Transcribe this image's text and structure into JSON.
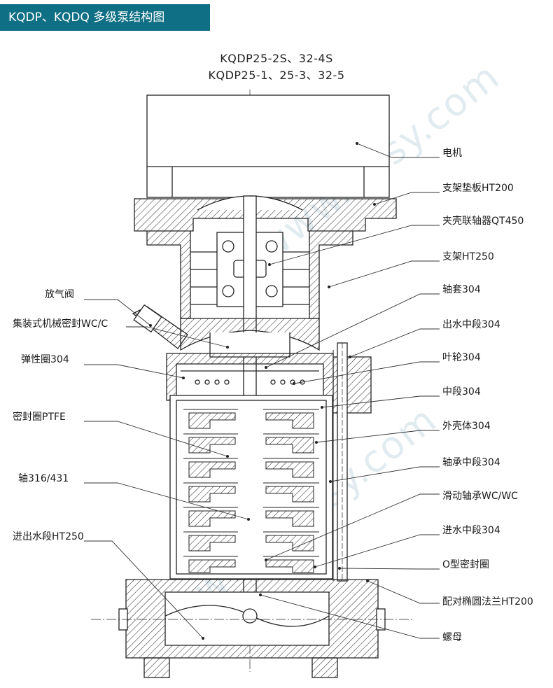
{
  "header": {
    "title": "KQDP、KQDQ 多级泵结构图",
    "color": "#0f6f84"
  },
  "diagram": {
    "model_line1": "KQDP25-2S、32-4S",
    "model_line2": "KQDP25-1、25-3、32-5",
    "watermark": "www.ehsy.com",
    "right_labels": [
      "电机",
      "支架垫板HT200",
      "夹壳联轴器QT450",
      "支架HT250",
      "轴套304",
      "出水中段304",
      "叶轮304",
      "中段304",
      "外壳体304",
      "轴承中段304",
      "滑动轴承WC/WC",
      "进水中段304",
      "O型密封圈",
      "配对椭圆法兰HT200",
      "螺母"
    ],
    "left_labels": [
      "放气阀",
      "集装式机械密封WC/C",
      "弹性圈304",
      "密封圈PTFE",
      "轴316/431",
      "进出水段HT250"
    ]
  }
}
